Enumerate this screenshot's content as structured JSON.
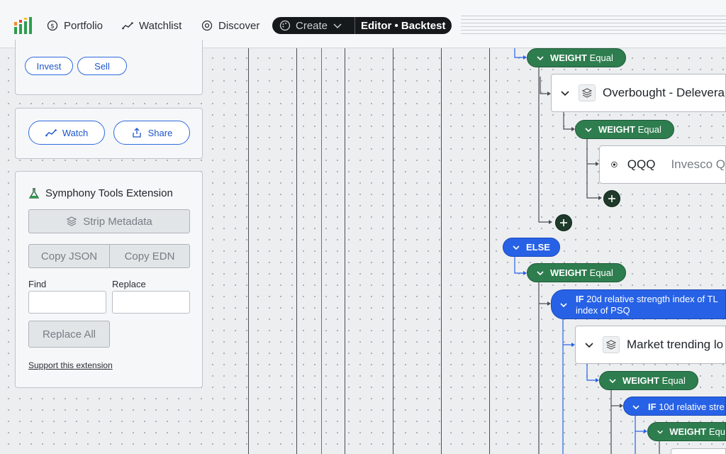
{
  "nav": {
    "portfolio": "Portfolio",
    "watchlist": "Watchlist",
    "discover": "Discover",
    "create": "Create",
    "editor_backtest": "Editor • Backtest"
  },
  "panel": {
    "invest": "Invest",
    "sell": "Sell",
    "watch": "Watch",
    "share": "Share",
    "extension_title": "Symphony Tools Extension",
    "strip_metadata": "Strip Metadata",
    "copy_json": "Copy JSON",
    "copy_edn": "Copy EDN",
    "find_label": "Find",
    "replace_label": "Replace",
    "find_value": "",
    "replace_value": "",
    "replace_all": "Replace All",
    "support": "Support this extension"
  },
  "tree": {
    "weight1": {
      "kw": "WEIGHT",
      "val": "Equal"
    },
    "overbought": "Overbought - Delevera",
    "weight2": {
      "kw": "WEIGHT",
      "val": "Equal"
    },
    "qqq_ticker": "QQQ",
    "qqq_name": "Invesco Q",
    "else": "ELSE",
    "weight3": {
      "kw": "WEIGHT",
      "val": "Equal"
    },
    "if1": {
      "kw": "IF",
      "line1": "20d relative strength index of TL",
      "line2": "index of PSQ"
    },
    "market": "Market trending lo",
    "weight4": {
      "kw": "WEIGHT",
      "val": "Equal"
    },
    "if2": {
      "kw": "IF",
      "text": "10d relative stre"
    },
    "weight5": {
      "kw": "WEIGHT",
      "val": "Equ"
    }
  },
  "colors": {
    "green": "#2e7d4f",
    "blue": "#2762e6",
    "dark": "#16191c"
  }
}
